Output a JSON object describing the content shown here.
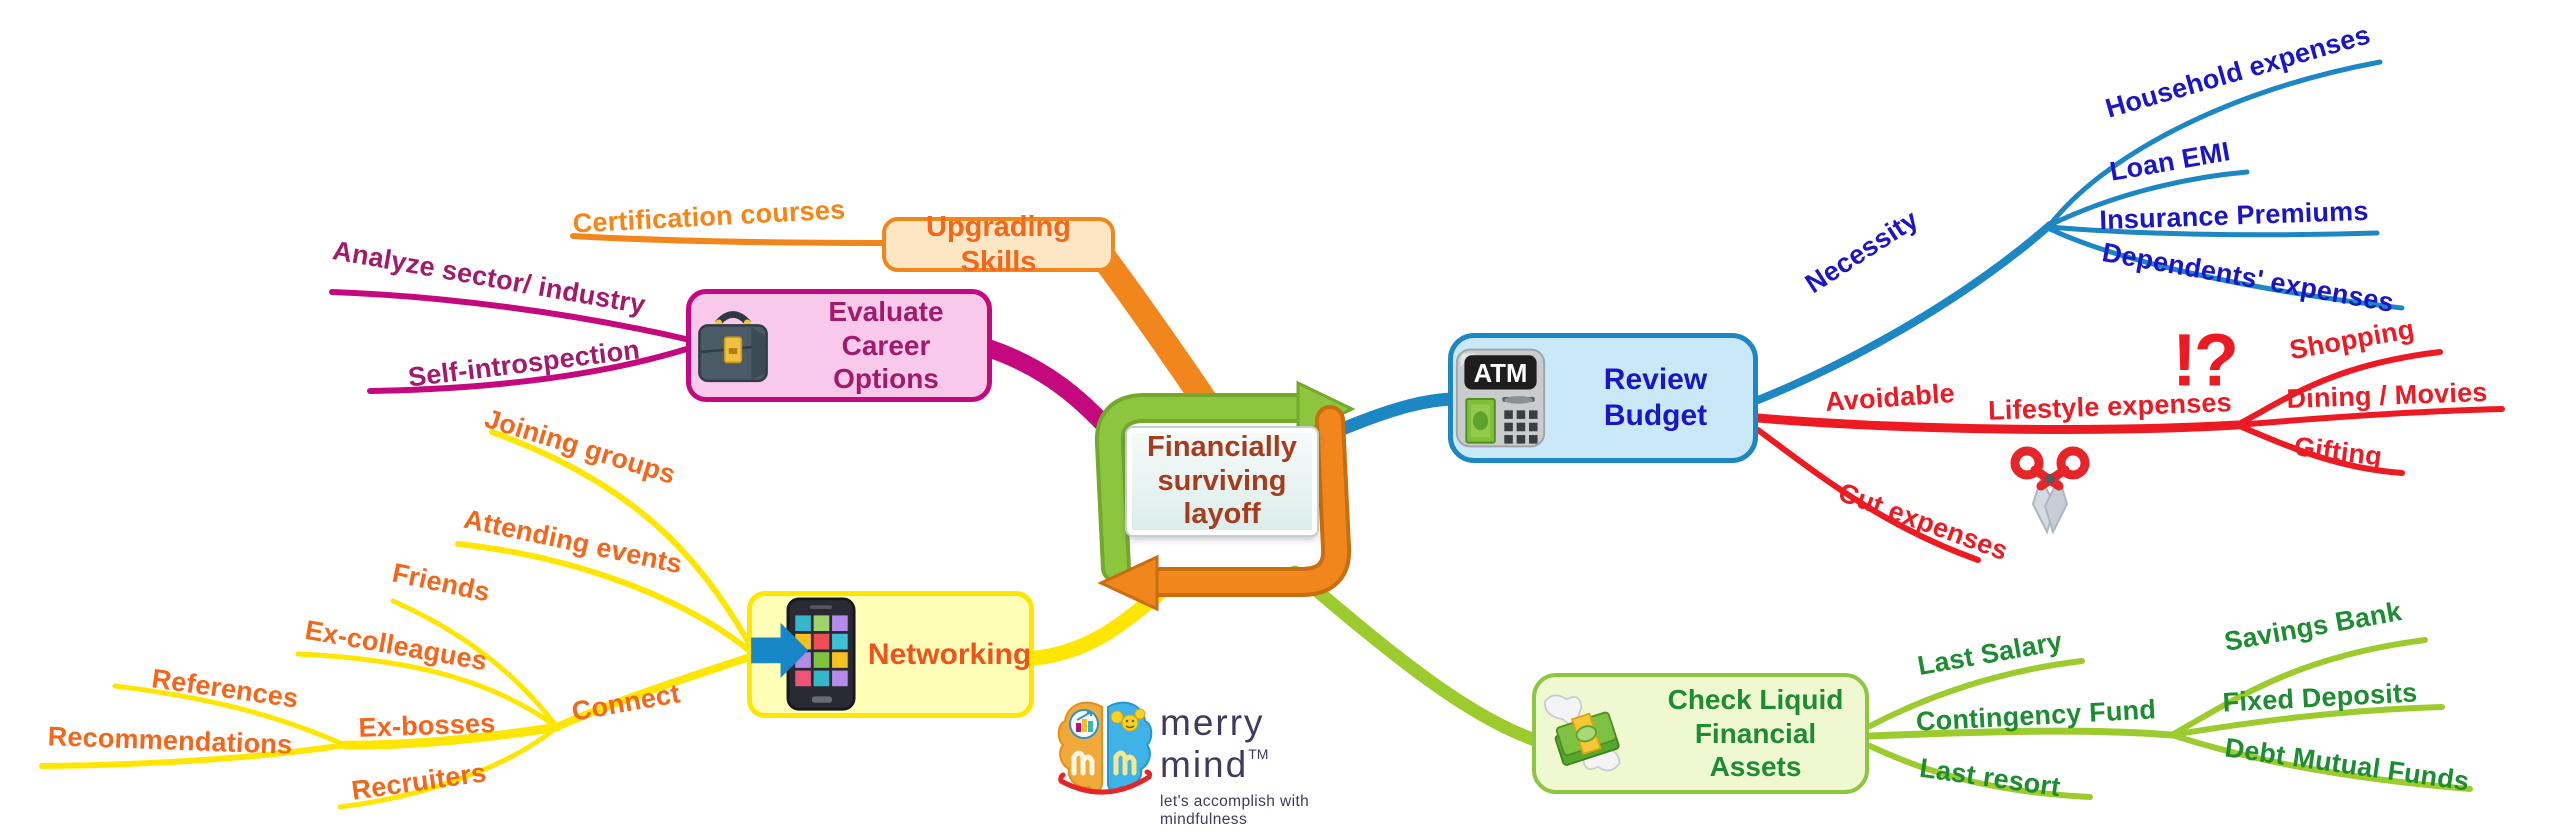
{
  "map": {
    "root": {
      "lines": [
        "Financially",
        "surviving",
        "layoff"
      ]
    },
    "upgrading_skills": {
      "title": "Upgrading Skills",
      "certification": "Certification courses"
    },
    "evaluate_career": {
      "title1": "Evaluate",
      "title2": "Career Options",
      "analyze": "Analyze sector/ industry",
      "self_introspection": "Self-introspection"
    },
    "networking": {
      "title": "Networking",
      "joining_groups": "Joining groups",
      "attending_events": "Attending events",
      "connect": {
        "label": "Connect",
        "friends": "Friends",
        "ex_colleagues": "Ex-colleagues",
        "recruiters": "Recruiters",
        "ex_bosses": {
          "label": "Ex-bosses",
          "references": "References",
          "recommendations": "Recommendations"
        }
      }
    },
    "review_budget": {
      "title": "Review Budget",
      "necessity": {
        "label": "Necessity",
        "household": "Household expenses",
        "loan_emi": "Loan EMI",
        "insurance": "Insurance Premiums",
        "dependents": "Dependents' expenses"
      },
      "avoidable": {
        "label": "Avoidable",
        "lifestyle": "Lifestyle expenses",
        "alert": "!?",
        "shopping": "Shopping",
        "dining": "Dining / Movies",
        "gifting": "Gifting"
      },
      "cut_expenses": {
        "label": "Cut expenses"
      }
    },
    "check_liquid": {
      "title1": "Check Liquid",
      "title2": "Financial Assets",
      "last_salary": "Last Salary",
      "contingency": {
        "label": "Contingency Fund",
        "savings": "Savings Bank",
        "fixed": "Fixed Deposits",
        "debt": "Debt Mutual Funds"
      },
      "last_resort": "Last resort"
    }
  },
  "icons": {
    "atm_sign": "ATM",
    "review_budget": "atm-icon",
    "check_liquid": "money-with-wings-icon",
    "evaluate_career": "briefcase-icon",
    "networking": "smartphone-with-arrow-icon",
    "cut_expenses": "scissors-icon",
    "logo": "brain-logo-icon"
  },
  "logo": {
    "brand": "merry mind",
    "tm": "TM",
    "tagline": "let's accomplish with mindfulness"
  },
  "colors": {
    "branch_blue": "#1D87C4",
    "branch_red": "#EC1B23",
    "branch_green": "#9CCB2D",
    "branch_yellow": "#FFE600",
    "branch_orange": "#F0861C",
    "branch_magenta": "#C4097F",
    "text_blue": "#1A16C8",
    "text_red": "#EC1B23",
    "text_green": "#1E8C32",
    "text_orange": "#F2671C",
    "text_purple": "#A21A6B",
    "text_center": "#A63C1E",
    "box_review_fill": "#C9E9F8",
    "box_liquid_fill": "#F0F8D2",
    "box_upgrading_fill": "#FDE6C3",
    "box_evaluate_fill": "#F9C9EB",
    "box_networking_fill": "#FFFFB8"
  }
}
